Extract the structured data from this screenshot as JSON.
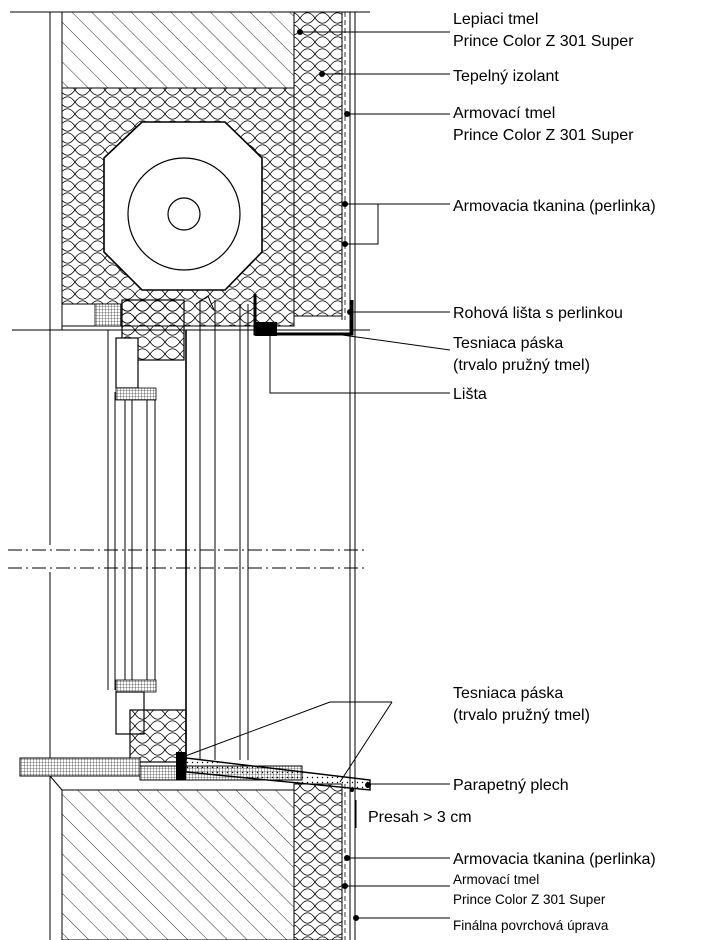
{
  "labels": {
    "adhesive_name": "Lepiaci tmel",
    "adhesive_product": "Prince Color Z 301 Super",
    "insulation": "Tepelný izolant",
    "reinforcing_mortar_name": "Armovací tmel",
    "reinforcing_mortar_product": "Prince Color Z 301 Super",
    "mesh_top": "Armovacia tkanina (perlinka)",
    "corner_bead": "Rohová lišta s perlinkou",
    "sealing_tape_top_1": "Tesniaca páska",
    "sealing_tape_top_2": "(trvalo pružný tmel)",
    "strip": "Lišta",
    "sealing_tape_bottom_1": "Tesniaca páska",
    "sealing_tape_bottom_2": "(trvalo pružný tmel)",
    "sill_flashing": "Parapetný plech",
    "overlap": "Presah > 3 cm",
    "mesh_bottom": "Armovacia tkanina (perlinka)",
    "reinforcing_mortar_bottom_name": "Armovací tmel",
    "reinforcing_mortar_bottom_product": "Prince Color Z 301 Super",
    "final_finish": "Finálna povrchová úprava"
  }
}
